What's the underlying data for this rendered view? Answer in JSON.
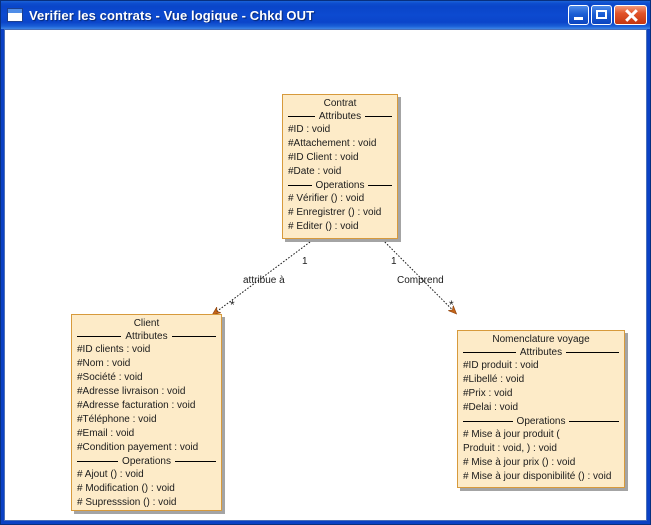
{
  "window": {
    "title": "Verifier les contrats - Vue logique - Chkd OUT",
    "icon": "window-icon",
    "buttons": {
      "minimize": "minimize-button",
      "maximize": "maximize-button",
      "close": "close-button"
    }
  },
  "colors": {
    "class_fill": "#fdebc8",
    "class_border": "#d79a3c",
    "titlebar_blue": "#0a45c9",
    "close_red": "#c5350f",
    "arrow_orange": "#c4651a",
    "canvas_bg": "#ffffff"
  },
  "diagram": {
    "type": "uml-class-diagram",
    "classes": [
      {
        "id": "contrat",
        "name": "Contrat",
        "attributes_label": "Attributes",
        "operations_label": "Operations",
        "attributes": [
          "#ID : void",
          "#Attachement : void",
          "#ID Client : void",
          "#Date : void"
        ],
        "operations": [
          "# Vérifier () : void",
          "# Enregistrer () : void",
          "# Editer () : void"
        ]
      },
      {
        "id": "client",
        "name": "Client",
        "attributes_label": "Attributes",
        "operations_label": "Operations",
        "attributes": [
          "#ID clients : void",
          "#Nom : void",
          "#Société : void",
          "#Adresse livraison : void",
          "#Adresse facturation : void",
          "#Téléphone : void",
          "#Email : void",
          "#Condition payement : void"
        ],
        "operations": [
          "# Ajout () : void",
          "# Modification () : void",
          "# Supresssion () : void"
        ]
      },
      {
        "id": "nomenclature",
        "name": "Nomenclature voyage",
        "attributes_label": "Attributes",
        "operations_label": "Operations",
        "attributes": [
          "#ID produit : void",
          "#Libellé : void",
          "#Prix : void",
          "#Delai : void"
        ],
        "operations": [
          "# Mise à jour produit ( Produit : void, ) : void",
          "# Mise à jour prix () : void",
          "# Mise à jour disponibilité () : void"
        ]
      }
    ],
    "associations": [
      {
        "id": "contrat-client",
        "label": "attribue à",
        "source": "contrat",
        "target": "client",
        "source_multiplicity": "1",
        "target_multiplicity": "*"
      },
      {
        "id": "contrat-nomenclature",
        "label": "Comprend",
        "source": "contrat",
        "target": "nomenclature",
        "source_multiplicity": "1",
        "target_multiplicity": "*"
      }
    ]
  }
}
